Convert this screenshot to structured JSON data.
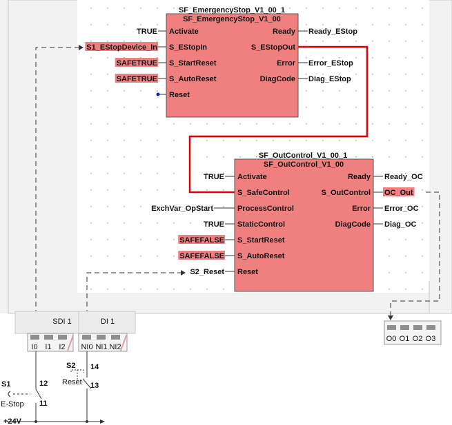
{
  "block1": {
    "instance": "SF_EmergencyStop_V1_00_1",
    "type": "SF_EmergencyStop_V1_00",
    "inputs": [
      {
        "name": "Activate",
        "value": "TRUE",
        "highlight": false
      },
      {
        "name": "S_EStopIn",
        "value": "S1_EStopDevice_In",
        "highlight": true
      },
      {
        "name": "S_StartReset",
        "value": "SAFETRUE",
        "highlight": true
      },
      {
        "name": "S_AutoReset",
        "value": "SAFETRUE",
        "highlight": true
      },
      {
        "name": "Reset",
        "value": "",
        "highlight": false
      }
    ],
    "outputs": [
      {
        "name": "Ready",
        "value": "Ready_EStop"
      },
      {
        "name": "S_EStopOut",
        "value": ""
      },
      {
        "name": "Error",
        "value": "Error_EStop"
      },
      {
        "name": "DiagCode",
        "value": "Diag_EStop"
      }
    ]
  },
  "block2": {
    "instance": "SF_OutControl_V1_00_1",
    "type": "SF_OutControl_V1_00",
    "inputs": [
      {
        "name": "Activate",
        "value": "TRUE",
        "highlight": false
      },
      {
        "name": "S_SafeControl",
        "value": "",
        "highlight": false
      },
      {
        "name": "ProcessControl",
        "value": "ExchVar_OpStart",
        "highlight": false
      },
      {
        "name": "StaticControl",
        "value": "TRUE",
        "highlight": false
      },
      {
        "name": "S_StartReset",
        "value": "SAFEFALSE",
        "highlight": true
      },
      {
        "name": "S_AutoReset",
        "value": "SAFEFALSE",
        "highlight": true
      },
      {
        "name": "Reset",
        "value": "S2_Reset",
        "highlight": false
      }
    ],
    "outputs": [
      {
        "name": "Ready",
        "value": "Ready_OC",
        "highlight": false
      },
      {
        "name": "S_OutControl",
        "value": "OC_Out",
        "highlight": true
      },
      {
        "name": "Error",
        "value": "Error_OC",
        "highlight": false
      },
      {
        "name": "DiagCode",
        "value": "Diag_OC",
        "highlight": false
      }
    ]
  },
  "modules": {
    "sdi": {
      "label": "SDI 1",
      "pins": [
        "I0",
        "I1",
        "I2"
      ]
    },
    "di": {
      "label": "DI 1",
      "pins": [
        "NI0",
        "NI1",
        "NI2"
      ]
    },
    "out": {
      "pins": [
        "O0",
        "O1",
        "O2",
        "O3"
      ]
    }
  },
  "wiring": {
    "s1": {
      "name": "S1",
      "desc": "E-Stop",
      "t1": "12",
      "t2": "11"
    },
    "s2": {
      "name": "S2",
      "desc": "Reset",
      "t1": "14",
      "t2": "13"
    },
    "supply": "+24V"
  },
  "colors": {
    "block": "#f08080",
    "highlight": "#f08080",
    "wire": "#e00000",
    "canvas": "#f0f0f0",
    "frame": "#c8c8c8"
  }
}
